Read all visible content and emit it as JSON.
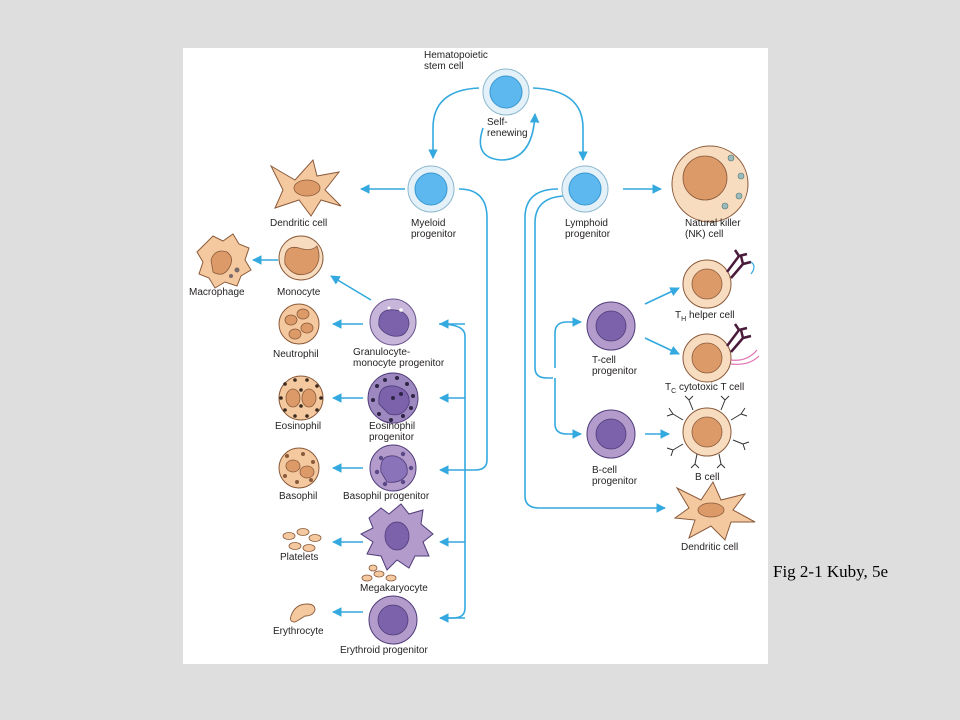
{
  "labels": {
    "hsc": "Hematopoietic\nstem cell",
    "self_renewing": "Self-\nrenewing",
    "dendritic_left": "Dendritic cell",
    "myeloid": "Myeloid\nprogenitor",
    "lymphoid": "Lymphoid\nprogenitor",
    "nk": "Natural killer\n(NK) cell",
    "macrophage": "Macrophage",
    "monocyte": "Monocyte",
    "neutrophil": "Neutrophil",
    "gm_progenitor": "Granulocyte-\nmonocyte progenitor",
    "eosinophil": "Eosinophil",
    "eos_progenitor": "Eosinophil\nprogenitor",
    "basophil": "Basophil",
    "baso_progenitor": "Basophil progenitor",
    "platelets": "Platelets",
    "megakaryocyte": "Megakaryocyte",
    "erythrocyte": "Erythrocyte",
    "ery_progenitor": "Erythroid progenitor",
    "t_progenitor": "T-cell\nprogenitor",
    "th": "T",
    "th_sub": "H",
    "th_rest": " helper cell",
    "tc": "T",
    "tc_sub": "C",
    "tc_rest": " cytotoxic T cell",
    "b_progenitor": "B-cell\nprogenitor",
    "b_cell": "B cell",
    "dendritic_right": "Dendritic cell"
  },
  "caption": "Fig 2-1 Kuby, 5e",
  "colors": {
    "arrow": "#33a9df",
    "stem_fill": "#5cb8ef",
    "stem_ring": "#e4f1f8",
    "peach": "#f5c9a0",
    "peach_nucleus": "#dd9a69",
    "purple": "#b39ccb",
    "purple_nucleus": "#7b62ab",
    "background": "#dedede",
    "panel": "#ffffff"
  }
}
